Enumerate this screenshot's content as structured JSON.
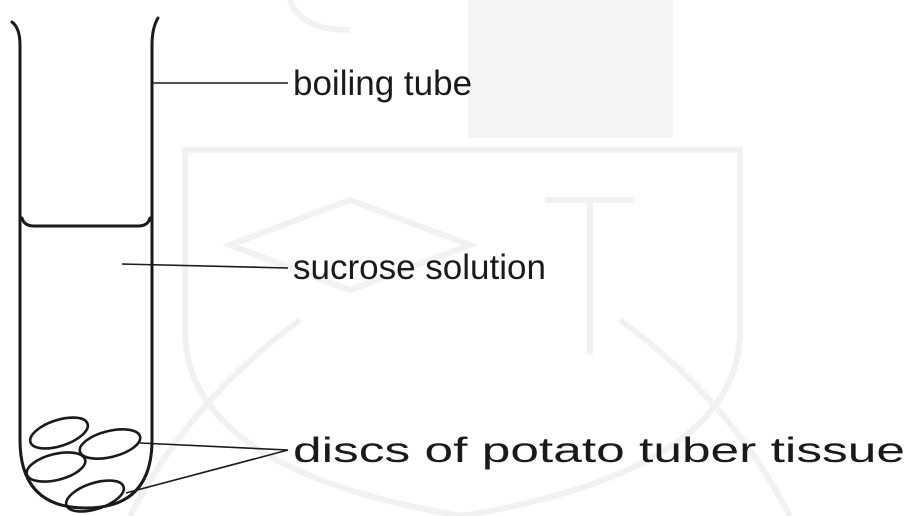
{
  "labels": {
    "boiling_tube": "boiling tube",
    "sucrose_solution": "sucrose solution",
    "discs": "discs of potato tuber tissue"
  },
  "colors": {
    "ink": "#1a1a1a",
    "watermark": "#f1f1f1"
  }
}
